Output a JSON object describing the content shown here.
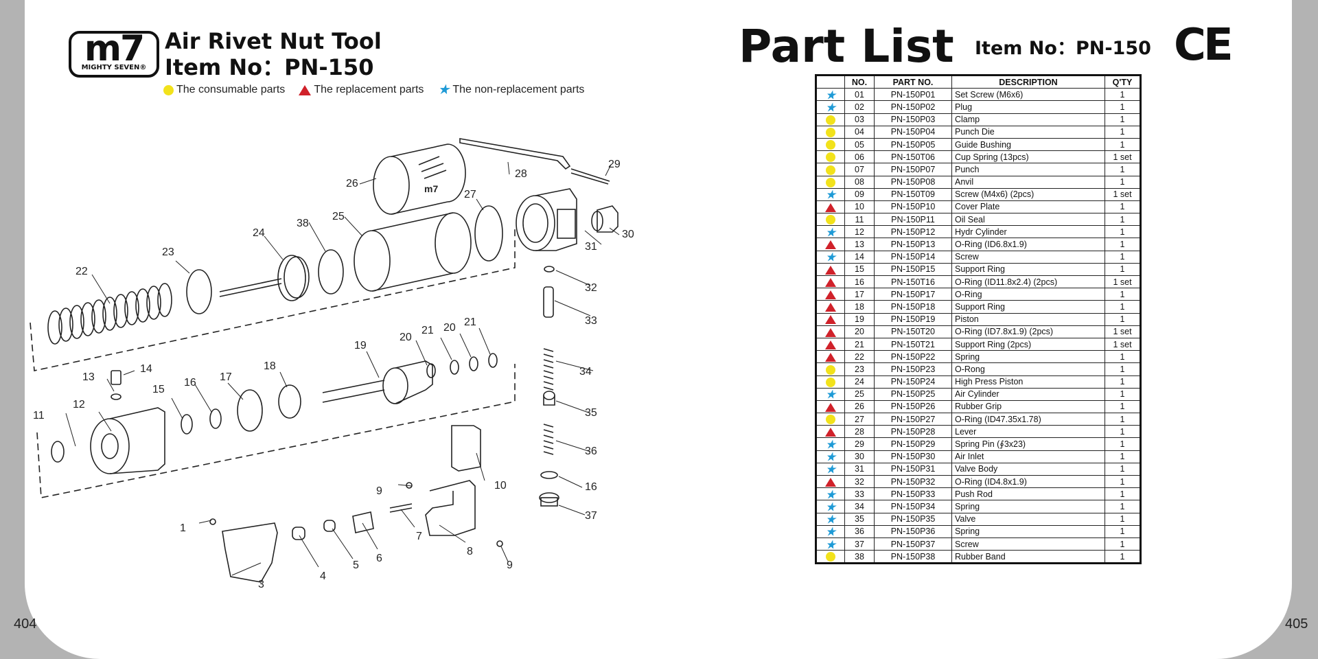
{
  "page_numbers": {
    "left": "404",
    "right": "405"
  },
  "logo": {
    "mark": "m7",
    "brand": "MIGHTY SEVEN®"
  },
  "header": {
    "tool_name": "Air Rivet Nut Tool",
    "item_no": "Item No：PN-150"
  },
  "legend": {
    "consumable": "The consumable parts",
    "replacement": "The replacement parts",
    "non_replacement": "The non-replacement parts"
  },
  "symbol_colors": {
    "consumable": "#f2e21b",
    "replacement": "#d0212a",
    "non_replacement": "#1e9ad6"
  },
  "part_list": {
    "title": "Part List",
    "item_no": "Item No：PN-150",
    "certification": "CE",
    "columns": [
      "",
      "NO.",
      "PART NO.",
      "DESCRIPTION",
      "Q'TY"
    ],
    "rows": [
      {
        "type": "non_replacement",
        "no": "01",
        "part": "PN-150P01",
        "desc": "Set Screw (M6x6)",
        "qty": "1"
      },
      {
        "type": "non_replacement",
        "no": "02",
        "part": "PN-150P02",
        "desc": "Plug",
        "qty": "1"
      },
      {
        "type": "consumable",
        "no": "03",
        "part": "PN-150P03",
        "desc": "Clamp",
        "qty": "1"
      },
      {
        "type": "consumable",
        "no": "04",
        "part": "PN-150P04",
        "desc": "Punch Die",
        "qty": "1"
      },
      {
        "type": "consumable",
        "no": "05",
        "part": "PN-150P05",
        "desc": "Guide Bushing",
        "qty": "1"
      },
      {
        "type": "consumable",
        "no": "06",
        "part": "PN-150T06",
        "desc": "Cup Spring (13pcs)",
        "qty": "1 set"
      },
      {
        "type": "consumable",
        "no": "07",
        "part": "PN-150P07",
        "desc": "Punch",
        "qty": "1"
      },
      {
        "type": "consumable",
        "no": "08",
        "part": "PN-150P08",
        "desc": "Anvil",
        "qty": "1"
      },
      {
        "type": "non_replacement",
        "no": "09",
        "part": "PN-150T09",
        "desc": "Screw (M4x6) (2pcs)",
        "qty": "1 set"
      },
      {
        "type": "replacement",
        "no": "10",
        "part": "PN-150P10",
        "desc": "Cover Plate",
        "qty": "1"
      },
      {
        "type": "consumable",
        "no": "11",
        "part": "PN-150P11",
        "desc": "Oil Seal",
        "qty": "1"
      },
      {
        "type": "non_replacement",
        "no": "12",
        "part": "PN-150P12",
        "desc": "Hydr Cylinder",
        "qty": "1"
      },
      {
        "type": "replacement",
        "no": "13",
        "part": "PN-150P13",
        "desc": "O-Ring (ID6.8x1.9)",
        "qty": "1"
      },
      {
        "type": "non_replacement",
        "no": "14",
        "part": "PN-150P14",
        "desc": "Screw",
        "qty": "1"
      },
      {
        "type": "replacement",
        "no": "15",
        "part": "PN-150P15",
        "desc": "Support Ring",
        "qty": "1"
      },
      {
        "type": "replacement",
        "no": "16",
        "part": "PN-150T16",
        "desc": "O-Ring (ID11.8x2.4) (2pcs)",
        "qty": "1 set"
      },
      {
        "type": "replacement",
        "no": "17",
        "part": "PN-150P17",
        "desc": "O-Ring",
        "qty": "1"
      },
      {
        "type": "replacement",
        "no": "18",
        "part": "PN-150P18",
        "desc": "Support Ring",
        "qty": "1"
      },
      {
        "type": "replacement",
        "no": "19",
        "part": "PN-150P19",
        "desc": "Piston",
        "qty": "1"
      },
      {
        "type": "replacement",
        "no": "20",
        "part": "PN-150T20",
        "desc": "O-Ring (ID7.8x1.9) (2pcs)",
        "qty": "1 set"
      },
      {
        "type": "replacement",
        "no": "21",
        "part": "PN-150T21",
        "desc": "Support Ring (2pcs)",
        "qty": "1 set"
      },
      {
        "type": "replacement",
        "no": "22",
        "part": "PN-150P22",
        "desc": "Spring",
        "qty": "1"
      },
      {
        "type": "consumable",
        "no": "23",
        "part": "PN-150P23",
        "desc": "O-Rong",
        "qty": "1"
      },
      {
        "type": "consumable",
        "no": "24",
        "part": "PN-150P24",
        "desc": "High Press Piston",
        "qty": "1"
      },
      {
        "type": "non_replacement",
        "no": "25",
        "part": "PN-150P25",
        "desc": "Air Cylinder",
        "qty": "1"
      },
      {
        "type": "replacement",
        "no": "26",
        "part": "PN-150P26",
        "desc": "Rubber Grip",
        "qty": "1"
      },
      {
        "type": "consumable",
        "no": "27",
        "part": "PN-150P27",
        "desc": "O-Ring (ID47.35x1.78)",
        "qty": "1"
      },
      {
        "type": "replacement",
        "no": "28",
        "part": "PN-150P28",
        "desc": "Lever",
        "qty": "1"
      },
      {
        "type": "non_replacement",
        "no": "29",
        "part": "PN-150P29",
        "desc": "Spring Pin (∮3x23)",
        "qty": "1"
      },
      {
        "type": "non_replacement",
        "no": "30",
        "part": "PN-150P30",
        "desc": "Air Inlet",
        "qty": "1"
      },
      {
        "type": "non_replacement",
        "no": "31",
        "part": "PN-150P31",
        "desc": "Valve Body",
        "qty": "1"
      },
      {
        "type": "replacement",
        "no": "32",
        "part": "PN-150P32",
        "desc": "O-Ring (ID4.8x1.9)",
        "qty": "1"
      },
      {
        "type": "non_replacement",
        "no": "33",
        "part": "PN-150P33",
        "desc": "Push Rod",
        "qty": "1"
      },
      {
        "type": "non_replacement",
        "no": "34",
        "part": "PN-150P34",
        "desc": "Spring",
        "qty": "1"
      },
      {
        "type": "non_replacement",
        "no": "35",
        "part": "PN-150P35",
        "desc": "Valve",
        "qty": "1"
      },
      {
        "type": "non_replacement",
        "no": "36",
        "part": "PN-150P36",
        "desc": "Spring",
        "qty": "1"
      },
      {
        "type": "non_replacement",
        "no": "37",
        "part": "PN-150P37",
        "desc": "Screw",
        "qty": "1"
      },
      {
        "type": "consumable",
        "no": "38",
        "part": "PN-150P38",
        "desc": "Rubber Band",
        "qty": "1"
      }
    ]
  },
  "diagram": {
    "callouts": [
      "1",
      "3",
      "4",
      "5",
      "6",
      "7",
      "8",
      "9",
      "9",
      "10",
      "11",
      "12",
      "13",
      "14",
      "15",
      "16",
      "16",
      "17",
      "18",
      "19",
      "20",
      "20",
      "21",
      "21",
      "22",
      "23",
      "24",
      "25",
      "26",
      "27",
      "28",
      "29",
      "30",
      "31",
      "32",
      "33",
      "34",
      "35",
      "36",
      "37",
      "38"
    ]
  }
}
